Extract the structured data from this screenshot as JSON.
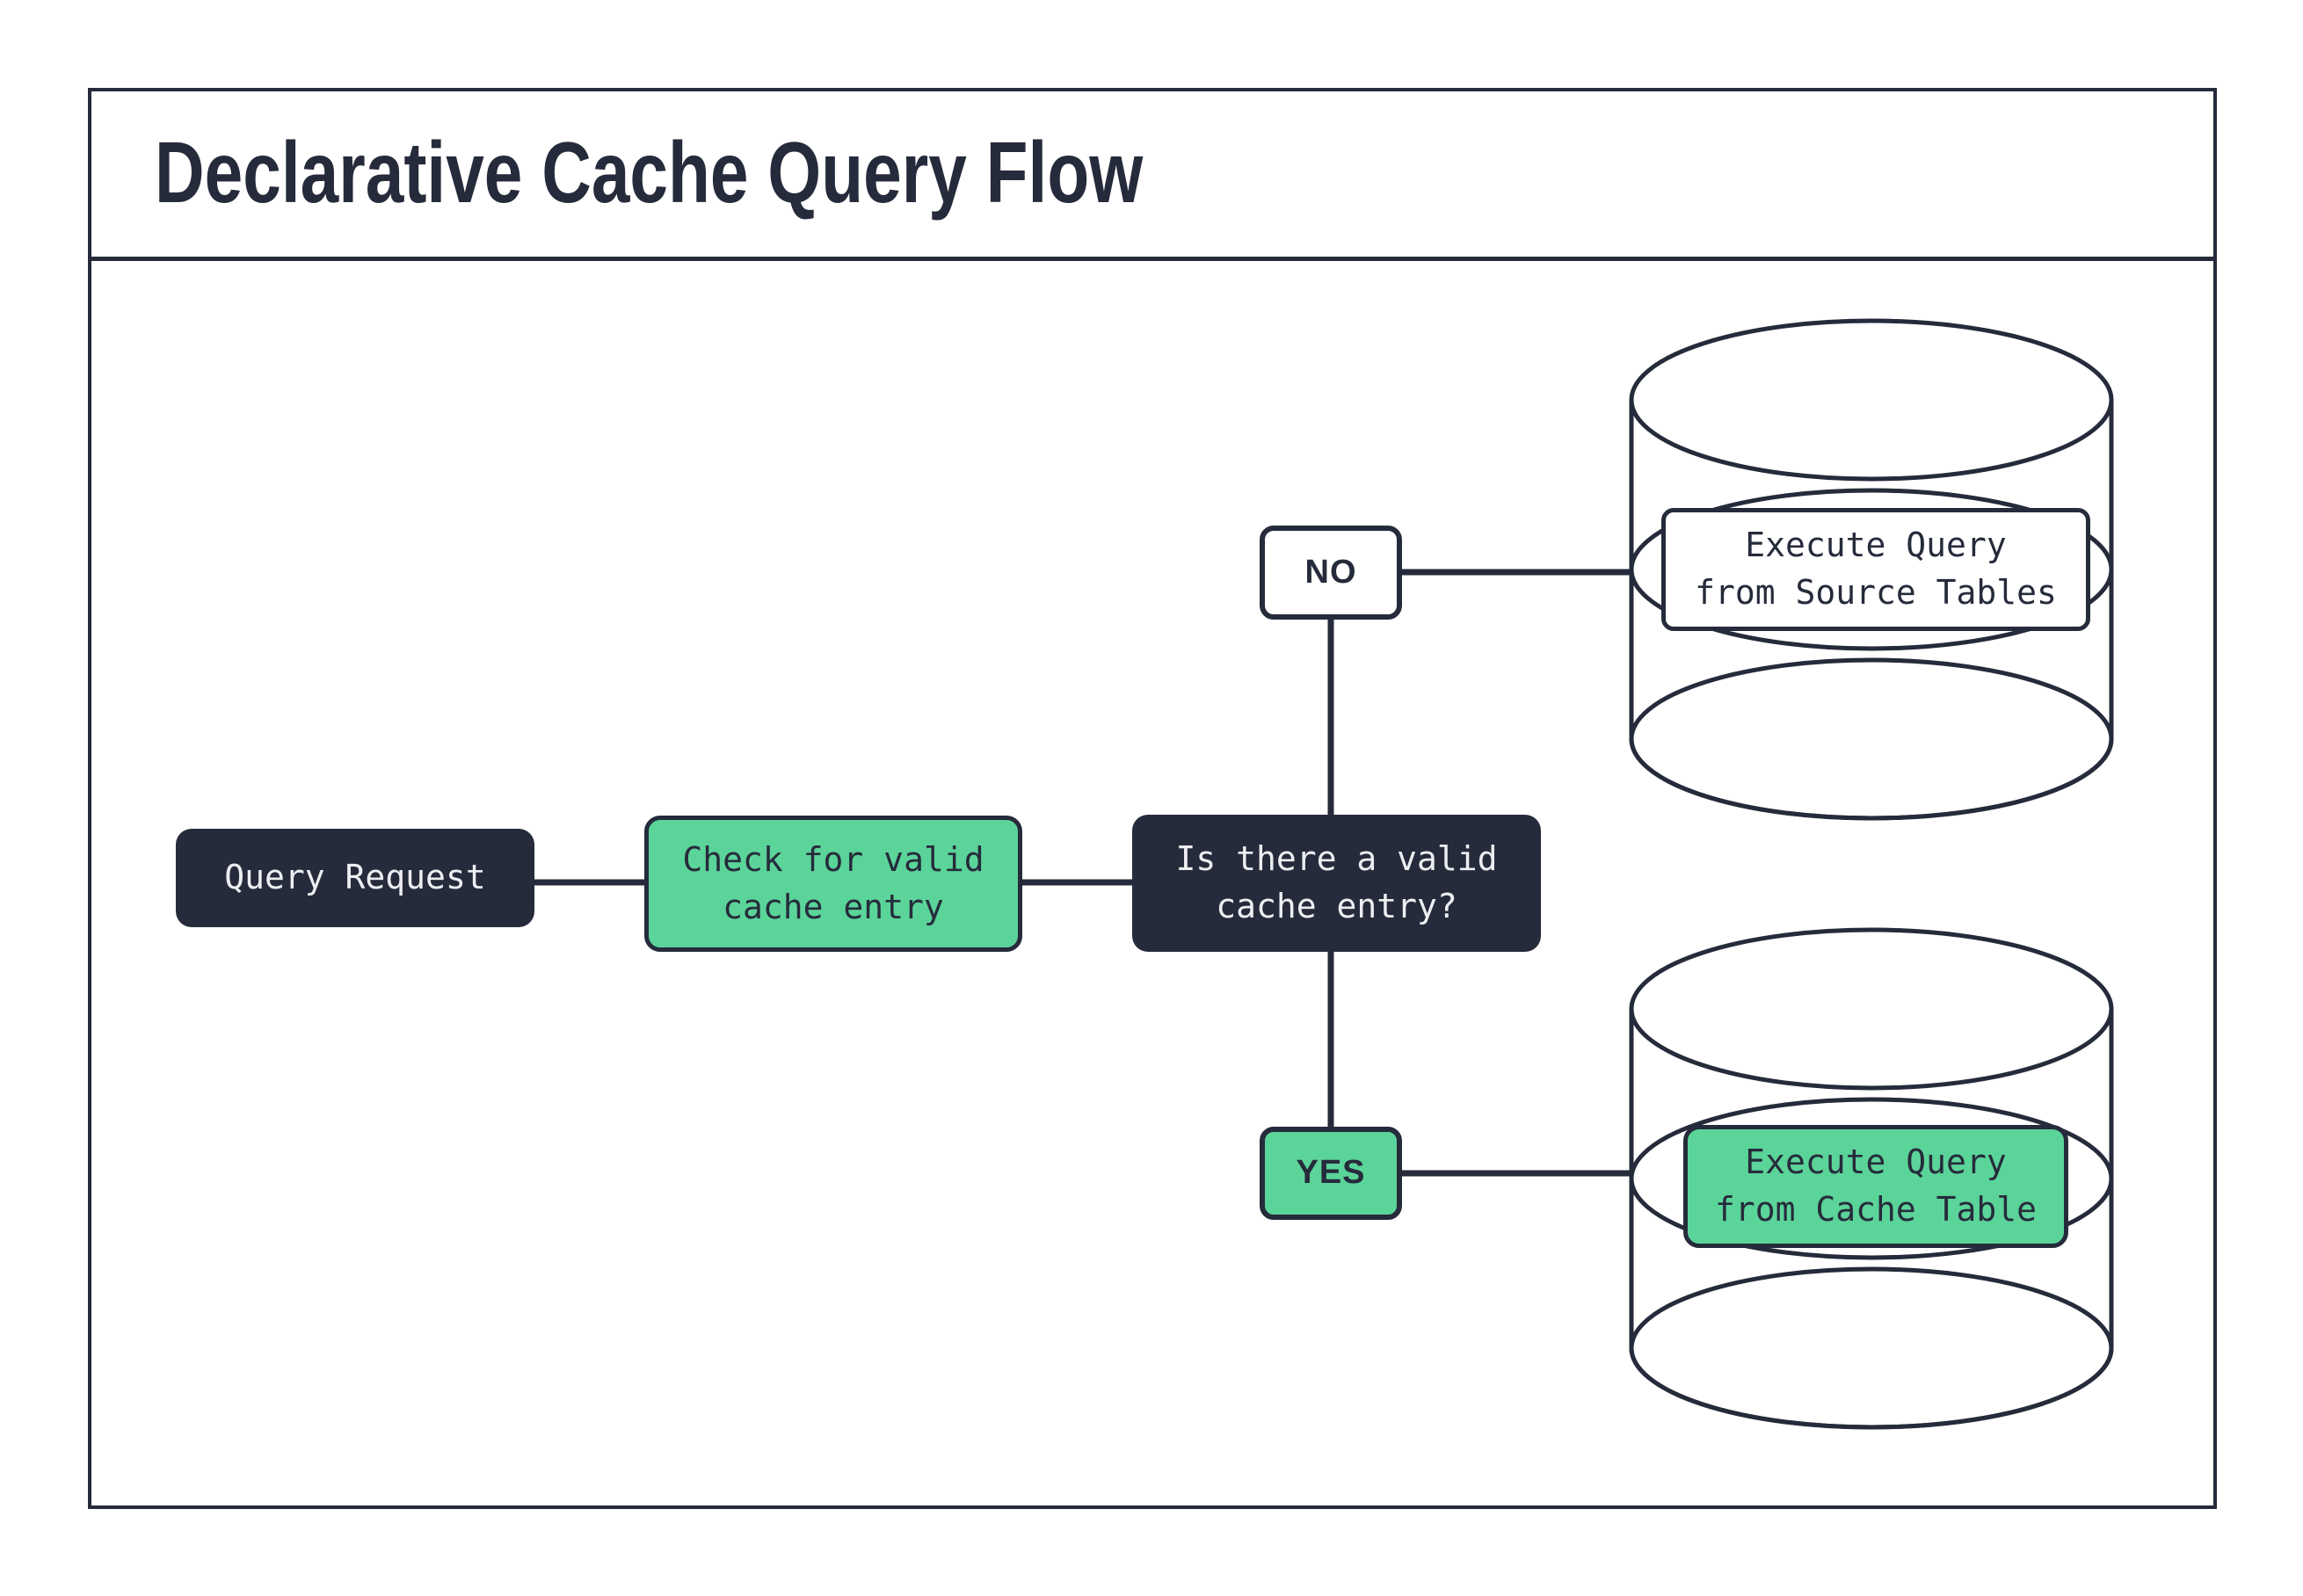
{
  "diagram": {
    "title": "Declarative Cache Query Flow",
    "nodes": {
      "query_request": {
        "label": "Query Request"
      },
      "check_cache": {
        "label": "Check for valid\ncache entry"
      },
      "decision": {
        "label": "Is there a valid\ncache entry?"
      },
      "no_branch": {
        "label": "NO"
      },
      "yes_branch": {
        "label": "YES"
      },
      "execute_source": {
        "label": "Execute Query\nfrom Source Tables"
      },
      "execute_cache": {
        "label": "Execute Query\nfrom Cache Table"
      }
    },
    "icons": {
      "source_database": "database-cylinder",
      "cache_database": "database-cylinder"
    },
    "colors": {
      "dark_navy": "#262b3b",
      "green": "#5bd49a",
      "background": "#ffffff",
      "light_text": "#eceef1"
    }
  }
}
